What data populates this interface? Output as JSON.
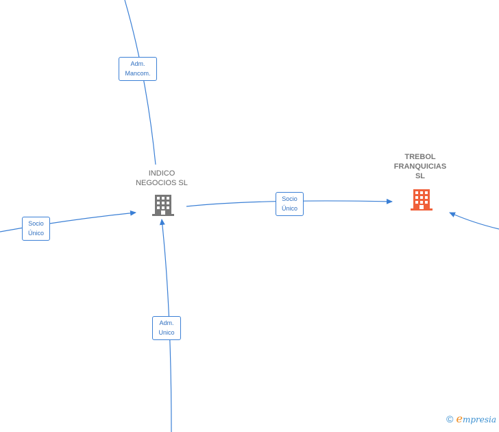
{
  "colors": {
    "edge": "#3a7fd5",
    "label_text": "#2f6fc0",
    "node_company": "#777777",
    "node_focus": "#f0603a",
    "node_text": "#666666"
  },
  "nodes": {
    "indico": {
      "line1": "INDICO",
      "line2": "NEGOCIOS SL",
      "icon": "building-icon"
    },
    "trebol": {
      "line1": "TREBOL",
      "line2": "FRANQUICIAS",
      "line3": "SL",
      "icon": "building-icon"
    }
  },
  "edges": {
    "top": {
      "line1": "Adm.",
      "line2": "Mancom."
    },
    "left": {
      "line1": "Socio",
      "line2": "Único"
    },
    "middle": {
      "line1": "Socio",
      "line2": "Único"
    },
    "bottom": {
      "line1": "Adm.",
      "line2": "Unico"
    }
  },
  "watermark": {
    "copyright": "©",
    "brand_first": "e",
    "brand_rest": "mpresia"
  }
}
